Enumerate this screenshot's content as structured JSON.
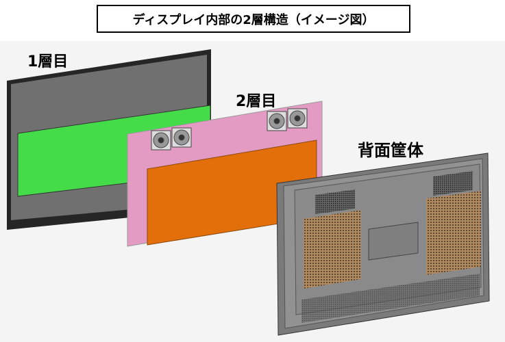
{
  "title": "ディスプレイ内部の2層構造（イメージ図）",
  "labels": {
    "layer1": "1層目",
    "layer2": "2層目",
    "housing": "背面筐体"
  },
  "colors": {
    "frame": "#2d2d2d",
    "panel": "#6e6e6e",
    "green": "#45dc4a",
    "pink": "#e39bc4",
    "orange": "#e26f0a",
    "housing": "#8c8c8c"
  }
}
